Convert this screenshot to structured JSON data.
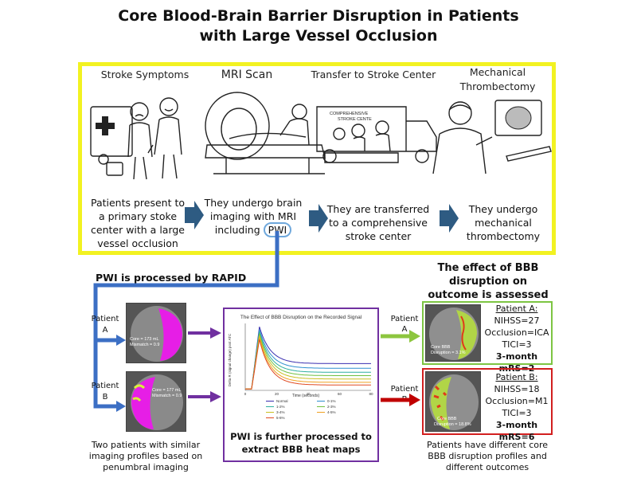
{
  "title": {
    "line1": "Core Blood-Brain Barrier Disruption in Patients",
    "line2": "with Large Vessel Occlusion"
  },
  "steps": [
    {
      "heading": "Stroke Symptoms",
      "text_lines": [
        "Patients present to",
        "a primary stoke",
        "center with a large",
        "vessel occlusion"
      ]
    },
    {
      "heading": "MRI Scan",
      "text_lines": [
        "They undergo brain",
        "imaging with MRI",
        "including"
      ],
      "highlight": "PWI"
    },
    {
      "heading": "Transfer to Stroke Center",
      "text_lines": [
        "They are transferred",
        "to a comprehensive",
        "stroke center"
      ]
    },
    {
      "heading_lines": [
        "Mechanical",
        "Thrombectomy"
      ],
      "text_lines": [
        "They undergo",
        "mechanical",
        "thrombectomy"
      ]
    }
  ],
  "ambulance_label_lines": [
    "COMPREHENSIVE",
    "STROKE CENTE"
  ],
  "rapid_label": "PWI is processed by RAPID",
  "patients": {
    "a_label_lines": [
      "Patient",
      "A"
    ],
    "b_label_lines": [
      "Patient",
      "B"
    ],
    "a_scan_lines": [
      "Core = 173 mL",
      "Mismatch = 0.9"
    ],
    "b_scan_lines": [
      "Core = 177 mL",
      "Mismatch = 0.9"
    ],
    "caption_lines": [
      "Two patients with similar",
      "imaging profiles based on",
      "penumbral imaging"
    ]
  },
  "plot": {
    "caption_lines": [
      "PWI is further processed to",
      "extract BBB heat maps"
    ]
  },
  "chart_data": {
    "type": "line",
    "title": "The Effect of BBB Disruption on the Recorded Signal",
    "xlabel": "Time (seconds)",
    "ylabel": "Delta R (signal change) post ATC",
    "xlim": [
      0,
      80
    ],
    "xticks": [
      0,
      20,
      40,
      60,
      80
    ],
    "legend_position": "bottom",
    "series": [
      {
        "name": "Normal",
        "color": "#3a2fb0",
        "peak": 0.95,
        "tail": 0.4
      },
      {
        "name": "0-1%",
        "color": "#2f8fd0",
        "peak": 0.91,
        "tail": 0.33
      },
      {
        "name": "1-2%",
        "color": "#2fb0a0",
        "peak": 0.88,
        "tail": 0.27
      },
      {
        "name": "2-3%",
        "color": "#6fc040",
        "peak": 0.85,
        "tail": 0.22
      },
      {
        "name": "3-4%",
        "color": "#c8c020",
        "peak": 0.82,
        "tail": 0.17
      },
      {
        "name": "4-5%",
        "color": "#f0a020",
        "peak": 0.79,
        "tail": 0.12
      },
      {
        "name": "5-6%",
        "color": "#e04a20",
        "peak": 0.76,
        "tail": 0.08
      }
    ]
  },
  "effect_heading_lines": [
    "The effect of BBB",
    "disruption on",
    "outcome is assessed"
  ],
  "outcomes": {
    "a": {
      "patient": "Patient A:",
      "nihss": "NIHSS=27",
      "occlusion": "Occlusion=ICA",
      "tici": "TICI=3",
      "mrs": "3-month mRS=2",
      "scan_lines": [
        "Core BBB",
        "Disruption = 3.1%"
      ]
    },
    "b": {
      "patient": "Patient B:",
      "nihss": "NIHSS=18",
      "occlusion": "Occlusion=M1",
      "tici": "TICI=3",
      "mrs": "3-month mRS=6",
      "scan_lines": [
        "Core BBB",
        "Disruption = 18.8%"
      ]
    },
    "a_arrow_lines": [
      "Patient",
      "A"
    ],
    "b_arrow_lines": [
      "Patient",
      "B"
    ],
    "caption_lines": [
      "Patients have different core",
      "BBB disruption profiles and",
      "different outcomes"
    ]
  },
  "colors": {
    "panel_border": "#f2f221",
    "flow": "#3c6fc4",
    "purple": "#7030a0",
    "green": "#7dc542",
    "red": "#d21f1f",
    "magenta": "#e61ee6"
  }
}
